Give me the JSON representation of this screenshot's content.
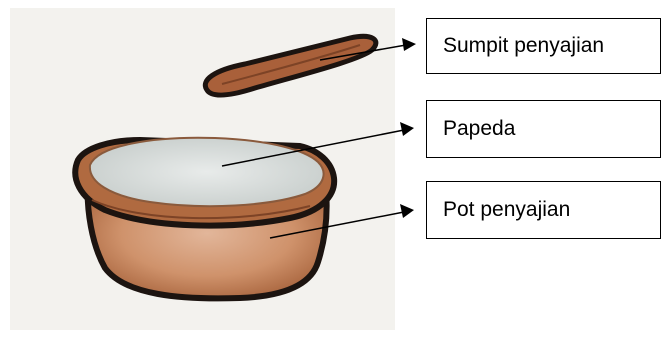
{
  "labels": {
    "sumpit": "Sumpit penyajian",
    "papeda": "Papeda",
    "pot": "Pot penyajian"
  },
  "icons": {
    "sumpit": "serving-chopstick-drawing",
    "papeda": "papeda-surface-drawing",
    "pot": "serving-pot-drawing"
  },
  "colors": {
    "pot_fill": "#c98a63",
    "rim_fill": "#b06a40",
    "papeda_fill": "#d7dbd9",
    "spoon_fill": "#a9603a",
    "outline": "#1c1410"
  }
}
